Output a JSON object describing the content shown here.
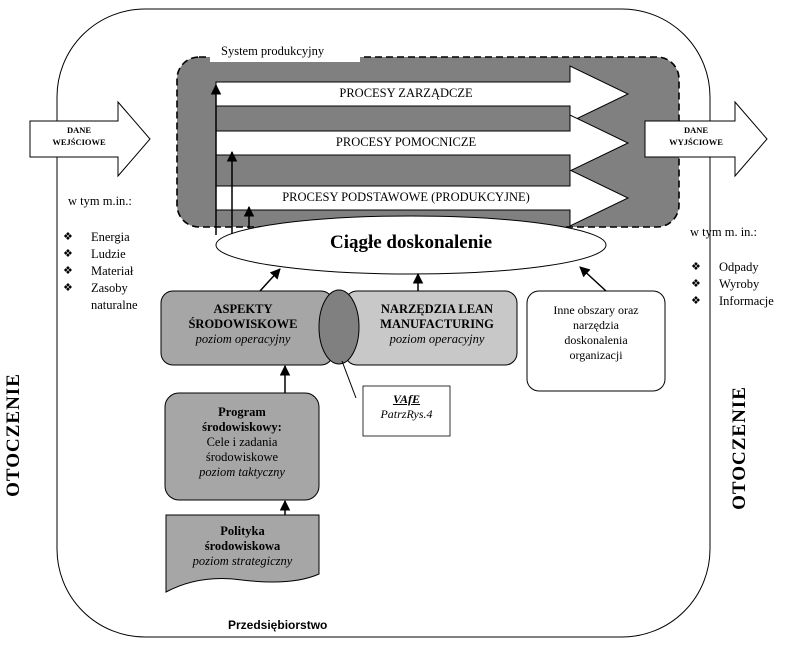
{
  "enterprise_label": "Przedsiębiorstwo",
  "environment_label": "OTOCZENIE",
  "system_label": "System produkcyjny",
  "processes": {
    "management": "PROCESY ZARZĄDCZE",
    "support": "PROCESY POMOCNICZE",
    "core": "PROCESY PODSTAWOWE (PRODUKCYJNE)"
  },
  "continuous_improvement": "Ciągłe doskonalenie",
  "inputs": {
    "arrow_line1": "DANE",
    "arrow_line2": "WEJŚCIOWE",
    "intro": "w tym m.in.:",
    "bullet": "❖",
    "items": [
      "Energia",
      "Ludzie",
      "Materiał",
      "Zasoby",
      "naturalne"
    ]
  },
  "outputs": {
    "arrow_line1": "DANE",
    "arrow_line2": "WYJŚCIOWE",
    "intro": "w tym m. in.:",
    "bullet": "❖",
    "items": [
      "Odpady",
      "Wyroby",
      "Informacje"
    ]
  },
  "boxes": {
    "env_aspects": {
      "line1": "ASPEKTY",
      "line2": "ŚRODOWISKOWE",
      "level": "poziom operacyjny"
    },
    "lean": {
      "line1": "NARZĘDZIA LEAN",
      "line2": "MANUFACTURING",
      "level": "poziom operacyjny"
    },
    "other": {
      "line1": "Inne obszary oraz",
      "line2": "narzędzia",
      "line3": "doskonalenia",
      "line4": "organizacji"
    },
    "program": {
      "line1": "Program",
      "line2": "środowiskowy:",
      "line3": "Cele i zadania",
      "line4": "środowiskowe",
      "level": "poziom taktyczny"
    },
    "policy": {
      "line1": "Polityka",
      "line2": "środowiskowa",
      "level": "poziom strategiczny"
    }
  },
  "vafe": {
    "title": "VAfE",
    "ref": "PatrzRys.4"
  },
  "colors": {
    "dark_gray": "#808080",
    "mid_gray": "#a6a6a6",
    "light_gray": "#c8c8c8",
    "line": "#000000"
  }
}
